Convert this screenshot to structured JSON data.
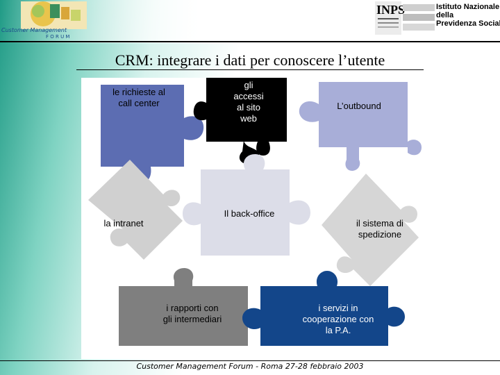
{
  "header": {
    "left_logo": {
      "line1": "Customer Management",
      "line2": "F O R U M"
    },
    "right_logo": {
      "acronym": "INPS",
      "name": "Istituto Nazionale\ndella\nPrevidenza Sociale"
    }
  },
  "slide": {
    "title": "CRM: integrare i dati per conoscere l’utente"
  },
  "puzzle": {
    "pieces": [
      {
        "id": "call-center",
        "label": "le richieste al\ncall center",
        "color": "#5c6db2",
        "text_color": "#000000"
      },
      {
        "id": "web",
        "label": "gli\naccessi\nal sito\nweb",
        "color": "#000000",
        "text_color": "#ffffff"
      },
      {
        "id": "outbound",
        "label": "L’outbound",
        "color": "#a8aed8",
        "text_color": "#000000"
      },
      {
        "id": "intranet",
        "label": "la intranet",
        "color": "#d8d8d8",
        "text_color": "#000000"
      },
      {
        "id": "back-office",
        "label": "Il back-office",
        "color": "#dcdde8",
        "text_color": "#000000"
      },
      {
        "id": "spedizione",
        "label": "il sistema di\nspedizione",
        "color": "#dcdcdc",
        "text_color": "#000000"
      },
      {
        "id": "intermediari",
        "label": "i rapporti con\ngli intermediari",
        "color": "#7f7f7f",
        "text_color": "#000000"
      },
      {
        "id": "cooperazione",
        "label": "i servizi in\ncooperazione con\nla P.A.",
        "color": "#13468a",
        "text_color": "#ffffff"
      }
    ]
  },
  "footer": {
    "text": "Customer Management Forum - Roma 27-28 febbraio 2003"
  }
}
